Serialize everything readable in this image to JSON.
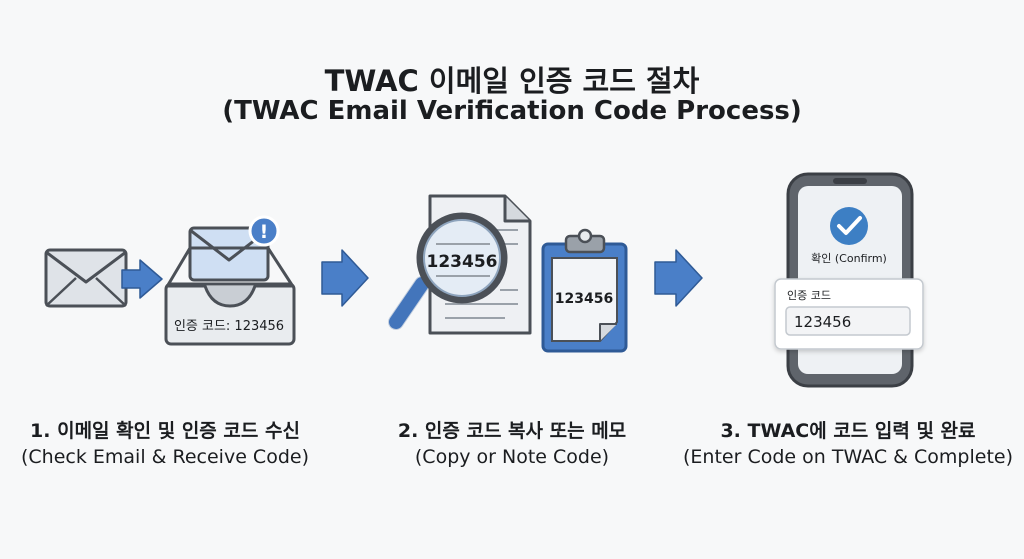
{
  "title": {
    "korean": "TWAC 이메일 인증 코드 절차",
    "english": "(TWAC Email Verification Code Process)"
  },
  "steps": [
    {
      "label_ko": "1. 이메일 확인 및 인증 코드 수신",
      "label_en": "(Check Email & Receive Code)",
      "inbox_text": "인증 코드: 123456",
      "notification": "!"
    },
    {
      "label_ko": "2. 인증 코드 복사 또는 메모",
      "label_en": "(Copy or Note Code)",
      "magnified_code": "123456",
      "clipboard_code": "123456"
    },
    {
      "label_ko": "3. TWAC에 코드 입력 및 완료",
      "label_en": "(Enter Code on TWAC & Complete)",
      "confirm_text": "확인 (Confirm)",
      "field_label": "인증 코드",
      "field_value": "123456"
    }
  ],
  "colors": {
    "accent_blue": "#4a7fc8",
    "icon_fill": "#cfdff3",
    "outline": "#4b5057",
    "check_blue": "#3d7fc4"
  },
  "icons": [
    "envelope-icon",
    "arrow-right-icon",
    "inbox-tray-icon",
    "notification-badge-icon",
    "document-icon",
    "magnifier-icon",
    "clipboard-icon",
    "smartphone-icon",
    "checkmark-icon"
  ]
}
